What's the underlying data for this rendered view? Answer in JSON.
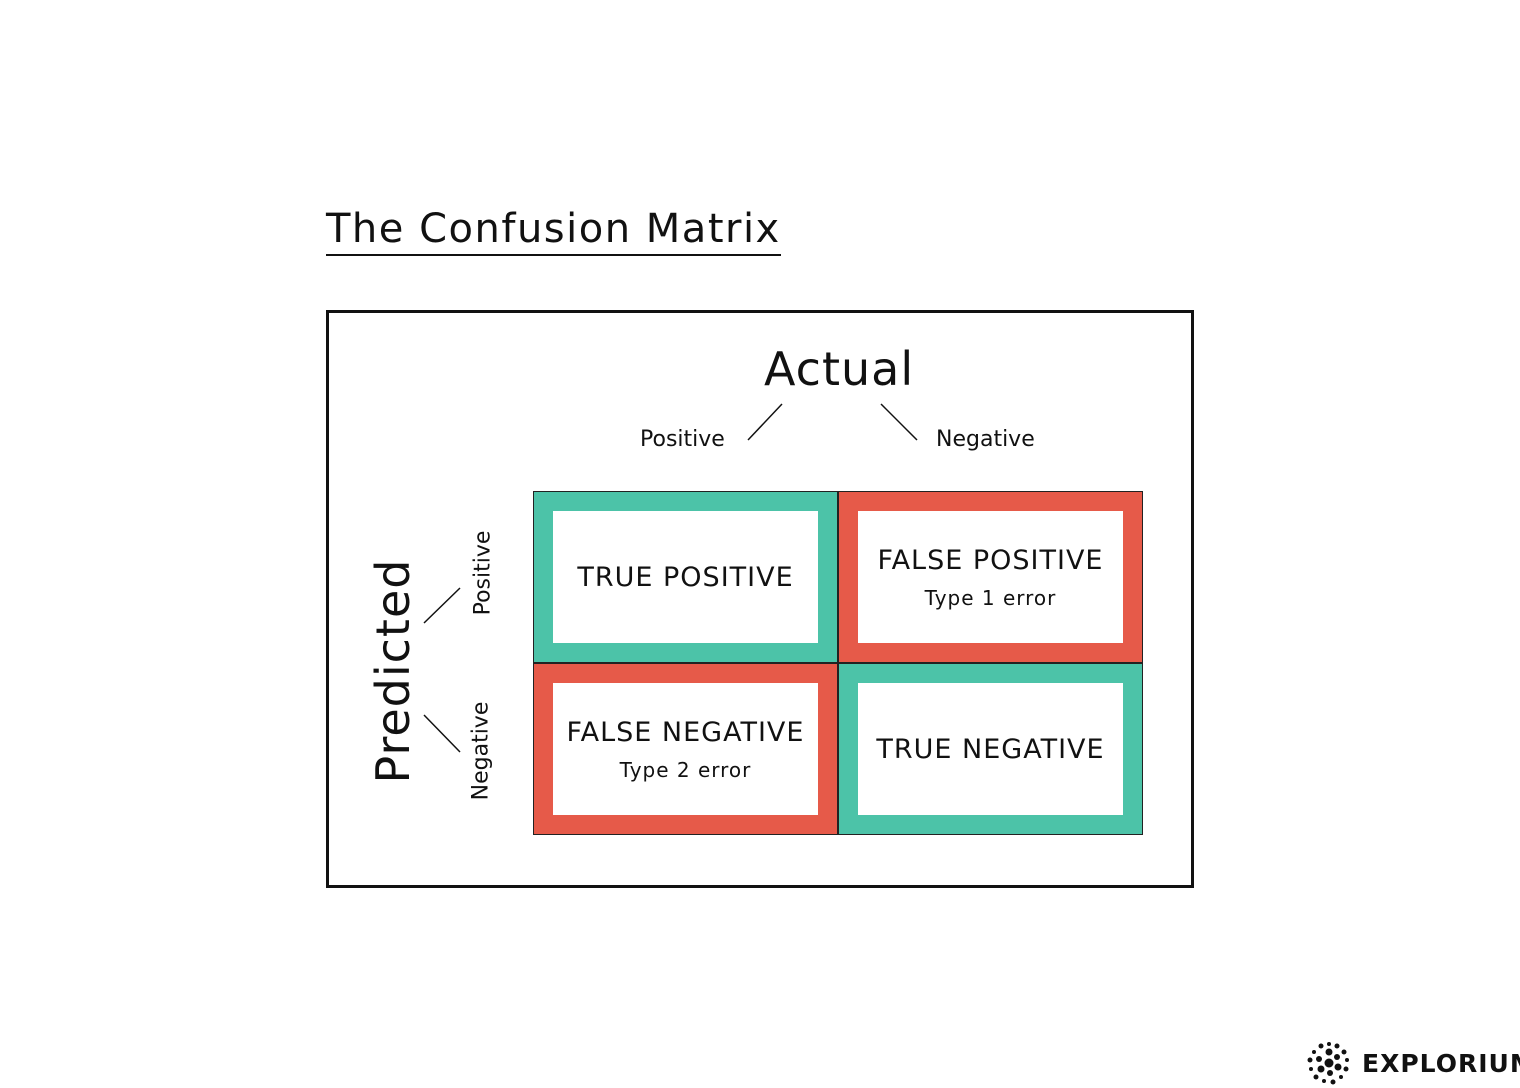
{
  "title": "The Confusion Matrix",
  "actual": {
    "label": "Actual",
    "positive": "Positive",
    "negative": "Negative"
  },
  "predicted": {
    "label": "Predicted",
    "positive": "Positive",
    "negative": "Negative"
  },
  "cells": {
    "tp": {
      "label": "TRUE POSITIVE",
      "sub": ""
    },
    "fp": {
      "label": "FALSE POSITIVE",
      "sub": "Type 1 error"
    },
    "fn": {
      "label": "FALSE NEGATIVE",
      "sub": "Type 2 error"
    },
    "tn": {
      "label": "TRUE NEGATIVE",
      "sub": ""
    }
  },
  "colors": {
    "correct": "#4cc3a8",
    "error": "#e65a49"
  },
  "logo": {
    "text": "EXPLORIUM",
    "icon": "dotted-swirl-icon"
  }
}
